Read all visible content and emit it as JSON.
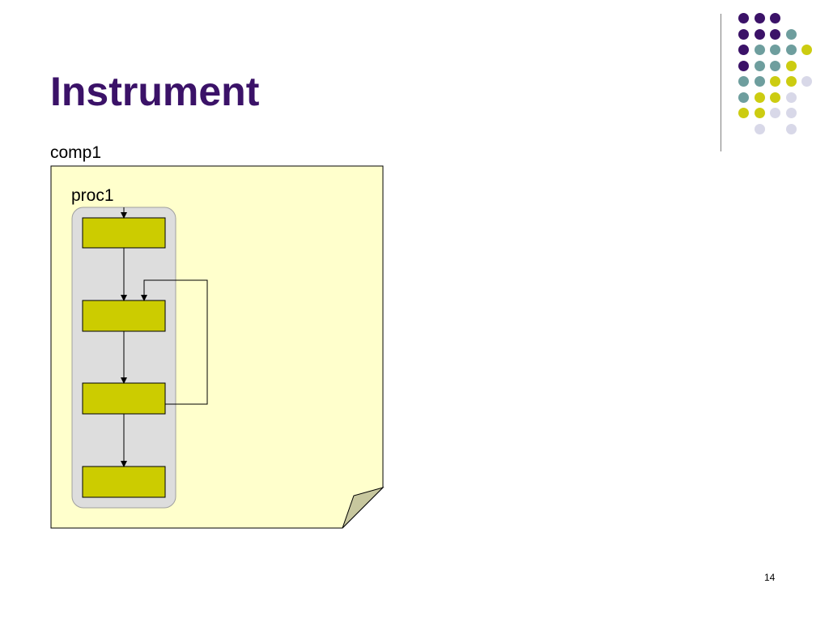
{
  "slide": {
    "title": "Instrument",
    "page_number": "14"
  },
  "diagram": {
    "container_label": "comp1",
    "process_label": "proc1",
    "steps": [
      "",
      "",
      "",
      ""
    ]
  },
  "colors": {
    "title": "#3B1268",
    "note_fill": "#FFFFCC",
    "note_fold": "#C7C79E",
    "process_fill": "#DDDDDD",
    "process_border": "#A0A0A0",
    "step_fill": "#CCCC00",
    "purple": "#3B1268",
    "teal": "#6E9E9E",
    "olive": "#CCCC11",
    "lavender": "#D8D8E8"
  },
  "decoration": {
    "dot_rows": [
      [
        "purple",
        "purple",
        "purple",
        null,
        null
      ],
      [
        "purple",
        "purple",
        "purple",
        "teal",
        null
      ],
      [
        "purple",
        "teal",
        "teal",
        "teal",
        "olive"
      ],
      [
        "purple",
        "teal",
        "teal",
        "olive",
        null
      ],
      [
        "teal",
        "teal",
        "olive",
        "olive",
        "lavender"
      ],
      [
        "teal",
        "olive",
        "olive",
        "lavender",
        null
      ],
      [
        "olive",
        "olive",
        "lavender",
        "lavender",
        null
      ],
      [
        null,
        "lavender",
        null,
        "lavender",
        null
      ]
    ]
  }
}
